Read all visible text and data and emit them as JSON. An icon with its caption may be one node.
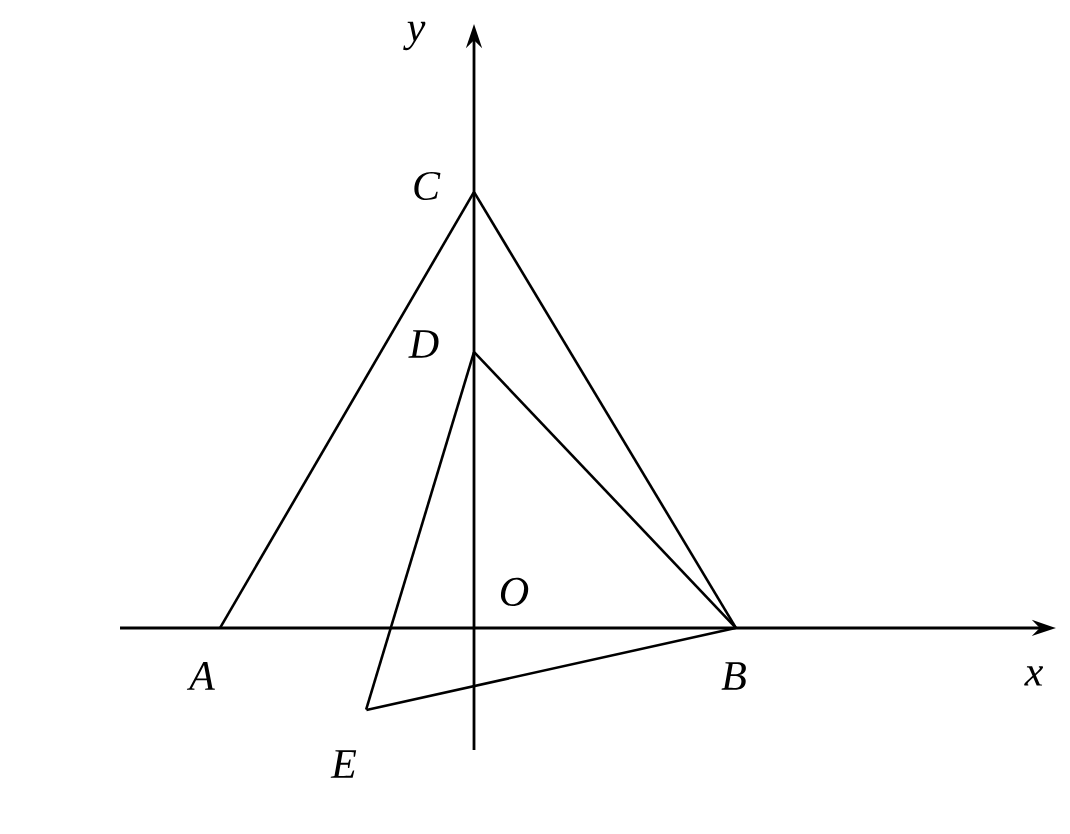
{
  "diagram": {
    "nodes": [
      {
        "text": [],
        "shape": "point",
        "beside": [
          "A"
        ]
      },
      {
        "text": [],
        "shape": "point",
        "beside": [
          "B"
        ]
      },
      {
        "text": [],
        "shape": "point",
        "beside": [
          "C"
        ]
      },
      {
        "text": [],
        "shape": "point",
        "beside": [
          "D"
        ]
      },
      {
        "text": [],
        "shape": "point",
        "beside": [
          "E"
        ]
      }
    ],
    "edges": [
      {
        "from": 0,
        "to": 2,
        "arrow": "none"
      },
      {
        "from": 2,
        "to": 1,
        "arrow": "none"
      },
      {
        "from": 3,
        "to": 1,
        "arrow": "none"
      },
      {
        "from": 3,
        "to": 4,
        "arrow": "none"
      },
      {
        "from": 4,
        "to": 1,
        "arrow": "none"
      }
    ],
    "labels": [
      "y",
      "x",
      "O"
    ]
  }
}
